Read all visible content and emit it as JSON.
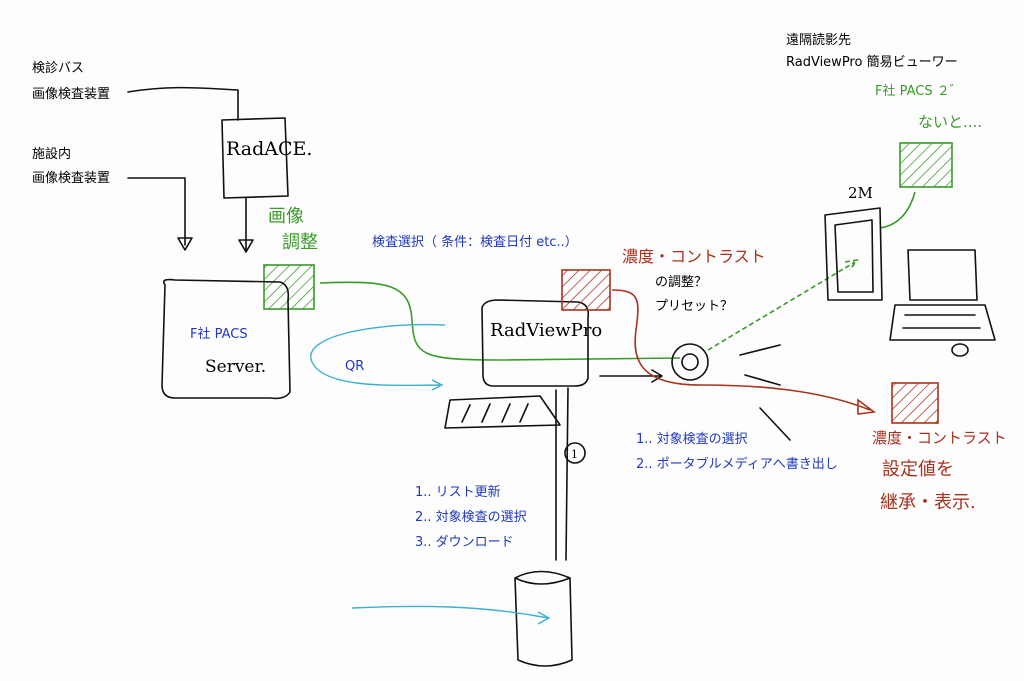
{
  "sources": {
    "bus_title": "検診バス",
    "bus_device": "画像検査装置",
    "facility_title": "施設内",
    "facility_device": "画像検査装置"
  },
  "radace": {
    "label": "RadACE."
  },
  "image_adjust": {
    "line1": "画像",
    "line2": "調整"
  },
  "pacs_server": {
    "line1": "F社 PACS",
    "line2": "Server."
  },
  "qr_label": "QR",
  "exam_select": "検査選択（ 条件：検査日付 etc..）",
  "radviewpro": {
    "label": "RadViewPro"
  },
  "contrast_question": {
    "line1": "濃度・コントラスト",
    "line2": "の調整？",
    "line3": "プリセット？"
  },
  "remote": {
    "title": "遠隔読影先",
    "viewer": "RadViewPro 簡易ビューワー",
    "note1": "F社 PACS ２ﾞ",
    "note2": "ないと....",
    "monitor_label": "2M"
  },
  "media_steps": [
    "1.. 対象検査の選択",
    "2.. ポータブルメディアへ書き出し"
  ],
  "inherit_note": {
    "line1": "濃度・コントラスト",
    "line2": "設定値を",
    "line3": "継承・表示."
  },
  "download_steps": [
    "1.. リスト更新",
    "2.. 対象検査の選択",
    "3.. ダウンロード"
  ],
  "disc_label": "1",
  "colors": {
    "blue": "#2038c0",
    "red": "#a8321e",
    "green": "#3a9a2a",
    "cyan": "#3cb0d0"
  }
}
